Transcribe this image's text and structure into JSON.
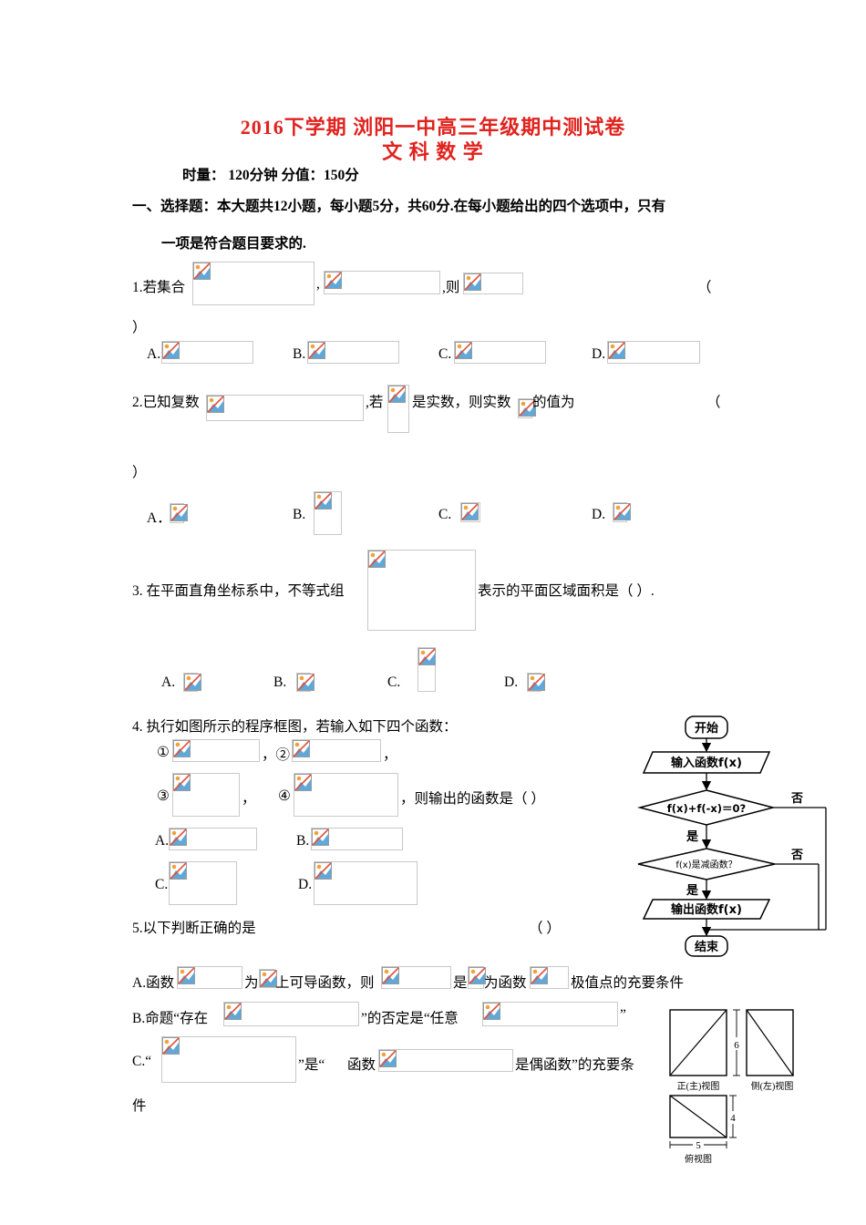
{
  "header": {
    "title_line1": "2016下学期 浏阳一中高三年级期中测试卷",
    "title_line2": "文 科 数 学",
    "time_info": "时量：   120分钟   分值：150分"
  },
  "section1": {
    "line1": "一、选择题：本大题共12小题，每小题5分，共60分.在每小题给出的四个选项中，只有",
    "line2": "一项是符合题目要求的."
  },
  "q1": {
    "lead": "1.若集合",
    "comma": ",",
    "then": ",则",
    "paren_open": "（",
    "paren_close": "）",
    "opts": [
      "A.",
      "B.",
      "C.",
      "D."
    ]
  },
  "q2": {
    "lead": "2.已知复数",
    "if": ",若",
    "mid": "是实数，则实数",
    "tail": "的值为",
    "paren_open": "（",
    "paren_close": "）",
    "opts": [
      "A．",
      "B.",
      "C.",
      "D."
    ]
  },
  "q3": {
    "lead": "3. 在平面直角坐标系中，不等式组",
    "tail": "表示的平面区域面积是（     ）.",
    "opts": [
      "A.",
      "B.",
      "C.",
      "D."
    ]
  },
  "q4": {
    "lead": "4. 执行如图所示的程序框图，若输入如下四个函数：",
    "m1": "①",
    "m2": "，②",
    "m2_tail": "，",
    "m3": "③",
    "m3_tail": "，",
    "m4": "④",
    "tail": "，则输出的函数是（        ）",
    "opts": [
      "A.",
      "B.",
      "C.",
      "D."
    ]
  },
  "flowchart": {
    "start": "开始",
    "input": "输入函数f(x)",
    "cond1": "f(x)+f(-x)＝0?",
    "no1": "否",
    "yes1": "是",
    "cond2": "f(x)是减函数？",
    "no2": "否",
    "yes2": "是",
    "output": "输出函数f(x)",
    "end": "结束"
  },
  "q5": {
    "lead": "5.以下判断正确的是",
    "paren": "（        ）",
    "A_1": "A.函数",
    "A_2": "为",
    "A_3": "上可导函数，则",
    "A_4": "是",
    "A_5": "为函数",
    "A_6": "极值点的充要条件",
    "B_1": "B.命题“存在",
    "B_2": "”的否定是“任意",
    "B_3": "”",
    "C_1": "C.“",
    "C_2": "”是“",
    "C_3": "函数",
    "C_4": "是偶函数”的充要条",
    "C_5": "件"
  },
  "views": {
    "front": "正(主)视图",
    "side": "侧(左)视图",
    "top": "俯视图",
    "dim_6": "6",
    "dim_4": "4",
    "dim_5": "5"
  }
}
